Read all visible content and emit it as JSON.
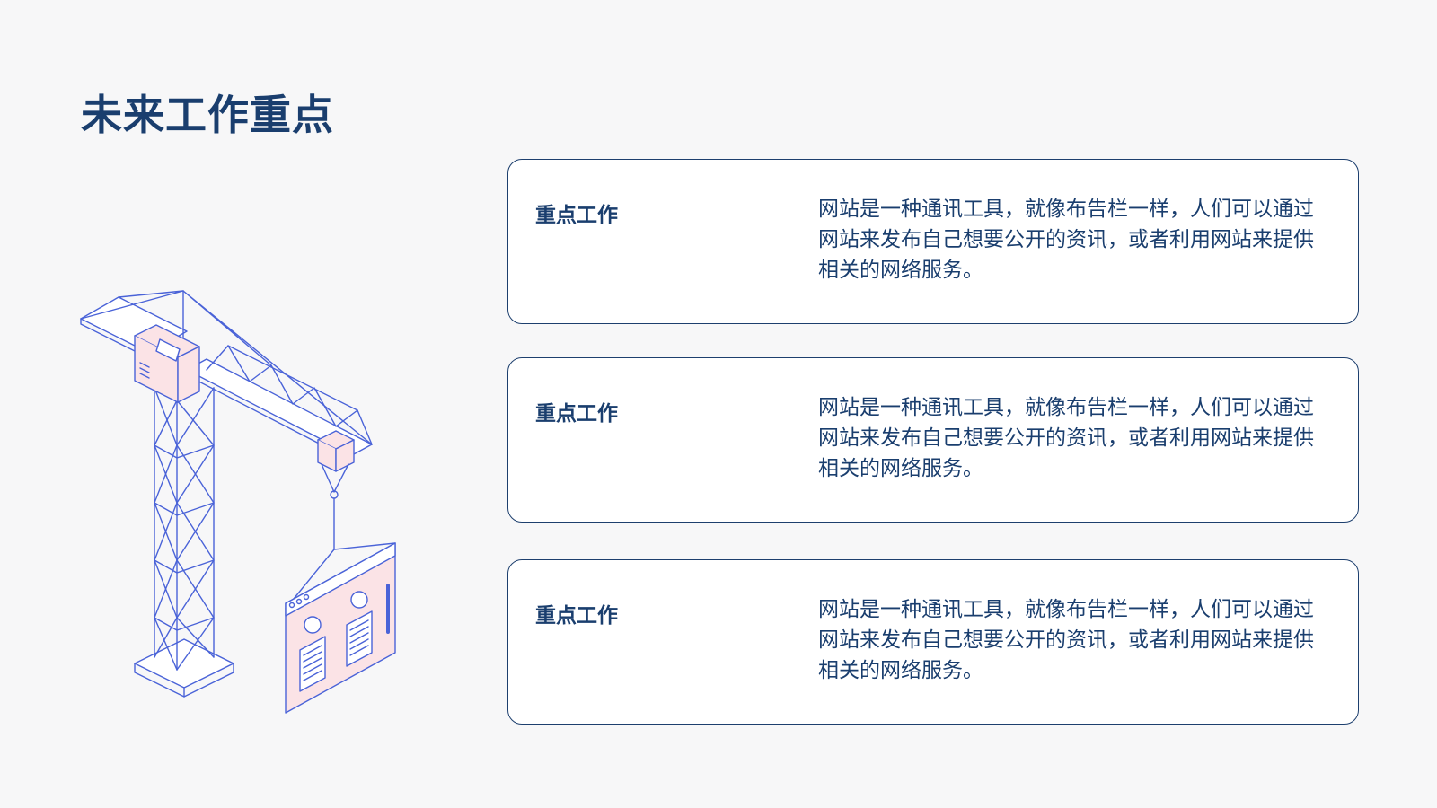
{
  "slide": {
    "title": "未来工作重点",
    "illustration": "tower-crane-lifting-webpage-illustration",
    "colors": {
      "title": "#1a3e6e",
      "line": "#4a63d8",
      "fill": "#fbe3e6",
      "card_border": "#1d3f6e"
    }
  },
  "cards": [
    {
      "label": "重点工作",
      "text": "网站是一种通讯工具，就像布告栏一样，人们可以通过网站来发布自己想要公开的资讯，或者利用网站来提供相关的网络服务。"
    },
    {
      "label": "重点工作",
      "text": "网站是一种通讯工具，就像布告栏一样，人们可以通过网站来发布自己想要公开的资讯，或者利用网站来提供相关的网络服务。"
    },
    {
      "label": "重点工作",
      "text": "网站是一种通讯工具，就像布告栏一样，人们可以通过网站来发布自己想要公开的资讯，或者利用网站来提供相关的网络服务。"
    }
  ]
}
